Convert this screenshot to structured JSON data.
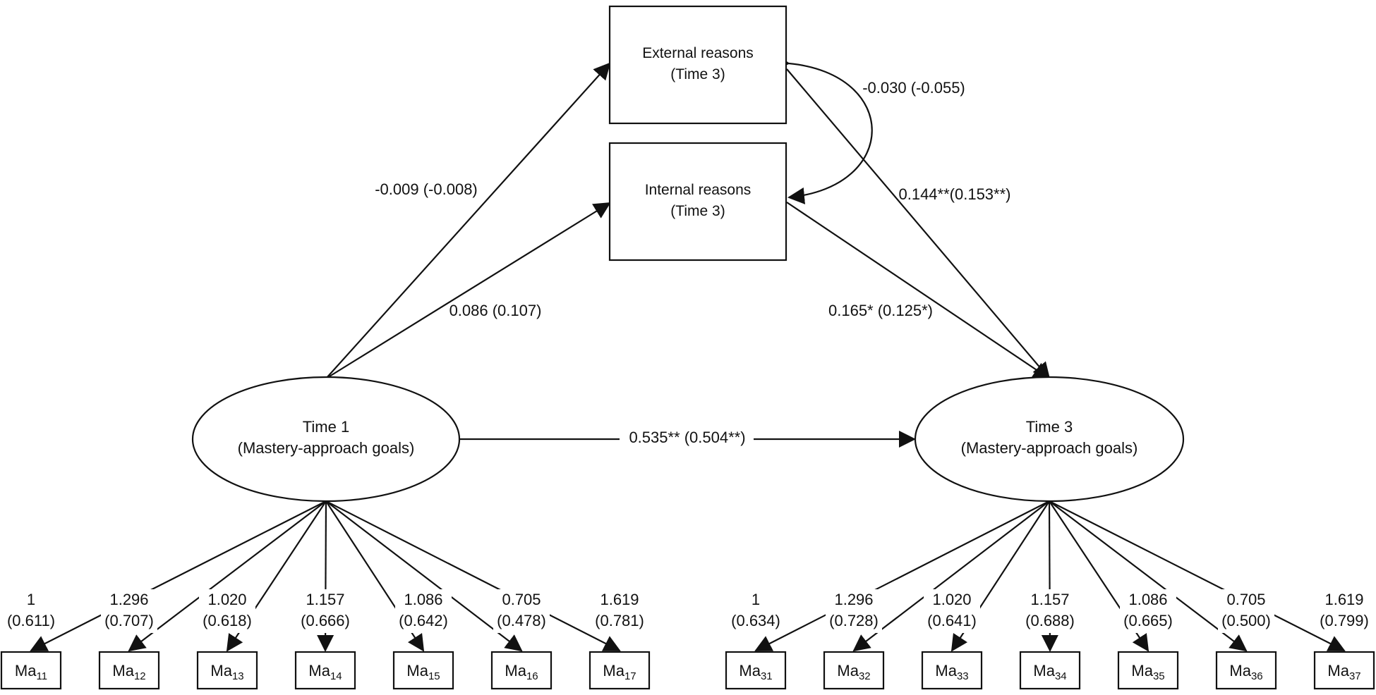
{
  "nodes": {
    "external": {
      "line1": "External reasons",
      "line2": "(Time 3)"
    },
    "internal": {
      "line1": "Internal reasons",
      "line2": "(Time 3)"
    },
    "time1": {
      "line1": "Time 1",
      "line2": "(Mastery-approach goals)"
    },
    "time3": {
      "line1": "Time 3",
      "line2": "(Mastery-approach goals)"
    }
  },
  "paths": {
    "t1_external": "-0.009 (-0.008)",
    "t1_internal": "0.086 (0.107)",
    "external_t3": "0.144**(0.153**)",
    "internal_t3": "0.165* (0.125*)",
    "t1_t3": "0.535** (0.504**)",
    "covariance": "-0.030 (-0.055)"
  },
  "time1_indicators": [
    {
      "base": "Ma",
      "sub": "11",
      "loading": "1",
      "std": "(0.611)"
    },
    {
      "base": "Ma",
      "sub": "12",
      "loading": "1.296",
      "std": "(0.707)"
    },
    {
      "base": "Ma",
      "sub": "13",
      "loading": "1.020",
      "std": "(0.618)"
    },
    {
      "base": "Ma",
      "sub": "14",
      "loading": "1.157",
      "std": "(0.666)"
    },
    {
      "base": "Ma",
      "sub": "15",
      "loading": "1.086",
      "std": "(0.642)"
    },
    {
      "base": "Ma",
      "sub": "16",
      "loading": "0.705",
      "std": "(0.478)"
    },
    {
      "base": "Ma",
      "sub": "17",
      "loading": "1.619",
      "std": "(0.781)"
    }
  ],
  "time3_indicators": [
    {
      "base": "Ma",
      "sub": "31",
      "loading": "1",
      "std": "(0.634)"
    },
    {
      "base": "Ma",
      "sub": "32",
      "loading": "1.296",
      "std": "(0.728)"
    },
    {
      "base": "Ma",
      "sub": "33",
      "loading": "1.020",
      "std": "(0.641)"
    },
    {
      "base": "Ma",
      "sub": "34",
      "loading": "1.157",
      "std": "(0.688)"
    },
    {
      "base": "Ma",
      "sub": "35",
      "loading": "1.086",
      "std": "(0.665)"
    },
    {
      "base": "Ma",
      "sub": "36",
      "loading": "0.705",
      "std": "(0.500)"
    },
    {
      "base": "Ma",
      "sub": "37",
      "loading": "1.619",
      "std": "(0.799)"
    }
  ]
}
